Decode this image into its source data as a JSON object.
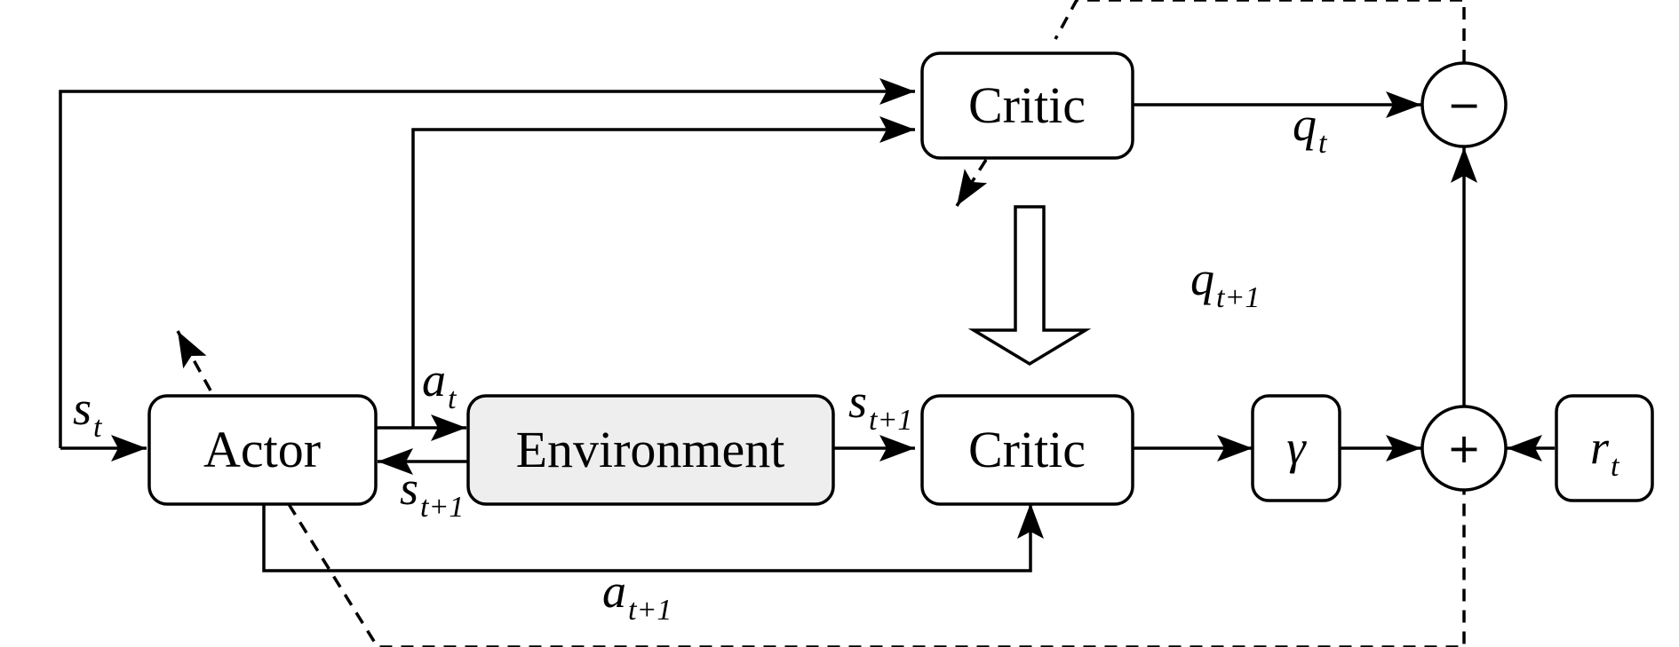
{
  "blocks": {
    "actor": "Actor",
    "environment": "Environment",
    "critic_top": "Critic",
    "critic_bottom": "Critic",
    "gamma": "γ",
    "reward": {
      "base": "r",
      "sub": "t"
    }
  },
  "operators": {
    "minus": "−",
    "plus": "+"
  },
  "signals": {
    "s_t": {
      "base": "s",
      "sub": "t"
    },
    "a_t": {
      "base": "a",
      "sub": "t"
    },
    "s_t1_feedback": {
      "base": "s",
      "sub": "t+1"
    },
    "s_t1_forward": {
      "base": "s",
      "sub": "t+1"
    },
    "a_t1": {
      "base": "a",
      "sub": "t+1"
    },
    "q_t": {
      "base": "q",
      "sub": "t"
    },
    "q_t1": {
      "base": "q",
      "sub": "t+1"
    }
  }
}
